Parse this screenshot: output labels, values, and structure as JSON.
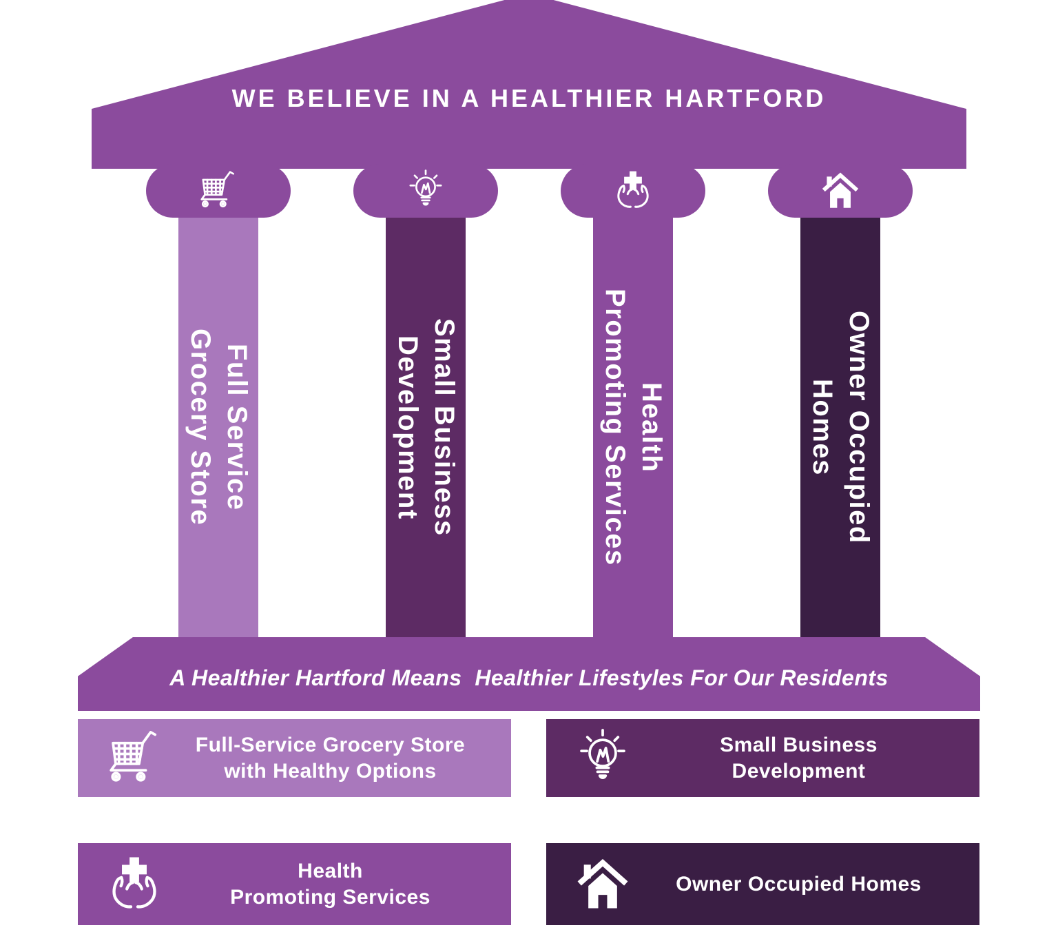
{
  "pediment": {
    "title": "WE BELIEVE IN A HEALTHIER HARTFORD"
  },
  "base": {
    "caption": "A Healthier Hartford Means  Healthier Lifestyles For Our Residents"
  },
  "colors": {
    "medium_purple": "#8B4B9D",
    "light_purple": "#A978BC",
    "dark_purple": "#5D2B64",
    "darkest_purple": "#3A1E44",
    "text_white": "#FFFFFF"
  },
  "pillars": [
    {
      "name": "full-service-grocery-store",
      "icon": "shopping-cart-icon",
      "label": "Full Service\nGrocery Store",
      "color_key": "light_purple"
    },
    {
      "name": "small-business-development",
      "icon": "lightbulb-icon",
      "label": "Small Business\nDevelopment",
      "color_key": "dark_purple"
    },
    {
      "name": "health-promoting-services",
      "icon": "health-hands-icon",
      "label": "Health\nPromoting Services",
      "color_key": "medium_purple"
    },
    {
      "name": "owner-occupied-homes",
      "icon": "house-icon",
      "label": "Owner Occupied\nHomes",
      "color_key": "darkest_purple"
    }
  ],
  "legend_boxes": [
    {
      "name": "full-service-grocery-store",
      "icon": "shopping-cart-icon",
      "label": "Full-Service Grocery Store\nwith Healthy Options",
      "color_key": "light_purple"
    },
    {
      "name": "small-business-development",
      "icon": "lightbulb-icon",
      "label": "Small Business\nDevelopment",
      "color_key": "dark_purple"
    },
    {
      "name": "health-promoting-services",
      "icon": "health-hands-icon",
      "label": "Health\nPromoting Services",
      "color_key": "medium_purple"
    },
    {
      "name": "owner-occupied-homes",
      "icon": "house-icon",
      "label": "Owner Occupied Homes",
      "color_key": "darkest_purple"
    }
  ]
}
